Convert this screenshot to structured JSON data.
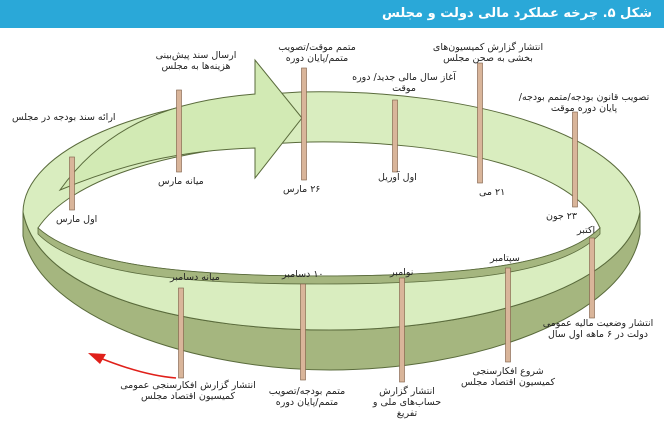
{
  "title": "شکل ۵. چرخه عملکرد مالی دولت و مجلس",
  "events": [
    {
      "id": "march-early",
      "label": "ارائه سند بودجه در مجلس",
      "date": "اول مارس"
    },
    {
      "id": "march-mid",
      "label": "ارسال سند پیش‌بینی هزینه‌ها به مجلس",
      "date": "میانه مارس"
    },
    {
      "id": "march-26",
      "label": "متمم موقت/تصویب متمم/پایان دوره",
      "date": "۲۶ مارس"
    },
    {
      "id": "april-1",
      "label": "آغاز سال مالی جدید/ دوره موقت",
      "date": "اول آوریل"
    },
    {
      "id": "may-21",
      "label": "انتشار گزارش کمیسیون‌های بخشی به صحن مجلس",
      "date": "۲۱ می"
    },
    {
      "id": "june-23",
      "label": "تصویب قانون بودجه/متمم بودجه/پایان دوره موقت",
      "date": "۲۳ جون"
    },
    {
      "id": "october",
      "label": "انتشار وضعیت مالیه عمومی دولت در ۶ ماهه اول سال",
      "date": "اکتبر"
    },
    {
      "id": "september",
      "label": "شروع افکارسنجی کمیسیون اقتصاد مجلس",
      "date": "سپتامبر"
    },
    {
      "id": "november",
      "label": "انتشار گزارش حساب‌های ملی و تفریغ",
      "date": "نوامبر"
    },
    {
      "id": "december-10",
      "label": "متمم بودجه/تصویب متمم/پایان دوره",
      "date": "۱۰ دسامبر"
    },
    {
      "id": "december-mid",
      "label": "انتشار گزارش افکارسنجی عمومی کمیسیون اقتصاد مجلس",
      "date": "میانه دسامبر"
    }
  ],
  "colors": {
    "title_bg": "#2aa8d8",
    "ring_top": "#d9edbf",
    "ring_side": "#a5b67f",
    "arrow_fill": "#d2eab4",
    "ring_stroke": "#5a6b3c",
    "tick_fill": "#d9b59a",
    "tick_stroke": "#7a5a44",
    "return_arrow": "#e0201a"
  }
}
